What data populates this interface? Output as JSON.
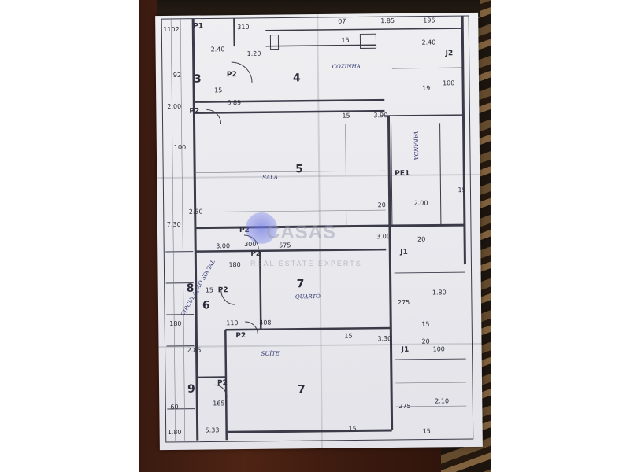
{
  "rooms": {
    "cozinha_label": "COZINHA",
    "sala_label": "SALA",
    "quarto_label": "QUARTO",
    "suite_label": "SUÍTE",
    "varanda_label": "VARANDA",
    "wc_label": "CIRCULAÇÃO SOCIAL",
    "r3": "3",
    "r4": "4",
    "r5": "5",
    "r6": "6",
    "r7a": "7",
    "r7b": "7",
    "r8": "8",
    "r9": "9"
  },
  "doors": {
    "p1": "P1",
    "p2a": "P2",
    "p2b": "P2",
    "p2c": "P2",
    "p2d": "P2",
    "p2e": "P2",
    "p2f": "P2",
    "p2g": "P2",
    "pe1": "PE1",
    "j1a": "J1",
    "j1b": "J1",
    "j2": "J2"
  },
  "dims": {
    "d1102": "1102",
    "d310": "310",
    "d185": "1.85",
    "d07": "07",
    "d196": "196",
    "d240a": "2.40",
    "d120": "1.20",
    "d15a": "15",
    "d240b": "2.40",
    "d100a": "100",
    "d19": "19",
    "d15b": "15",
    "d689": "6.89",
    "d92": "92",
    "d200": "2.00",
    "d390": "3.90",
    "d15c": "15",
    "d100b": "100",
    "d250": "2.50",
    "d730": "7.30",
    "d20a": "20",
    "d200b": "2.00",
    "d15d": "15",
    "d300a": "3.00",
    "d180a": "180",
    "d300b": "300",
    "d575": "575",
    "d300c": "3.00",
    "d20b": "20",
    "d180b": "1.80",
    "d275a": "275",
    "d408": "408",
    "d110": "110",
    "d15e": "15",
    "d330": "3.30",
    "d15f": "15",
    "d20c": "20",
    "d100c": "100",
    "d285": "2.85",
    "d1655": "165⁵",
    "d275b": "275",
    "d210": "2.10",
    "d533": "5.33",
    "d15g": "15",
    "d15h": "15",
    "d60": "60",
    "d180c": "180",
    "d15i": "15",
    "d180d": "1.80"
  },
  "watermark": {
    "brand": "CASAS",
    "tagline": "REAL ESTATE EXPERTS"
  }
}
